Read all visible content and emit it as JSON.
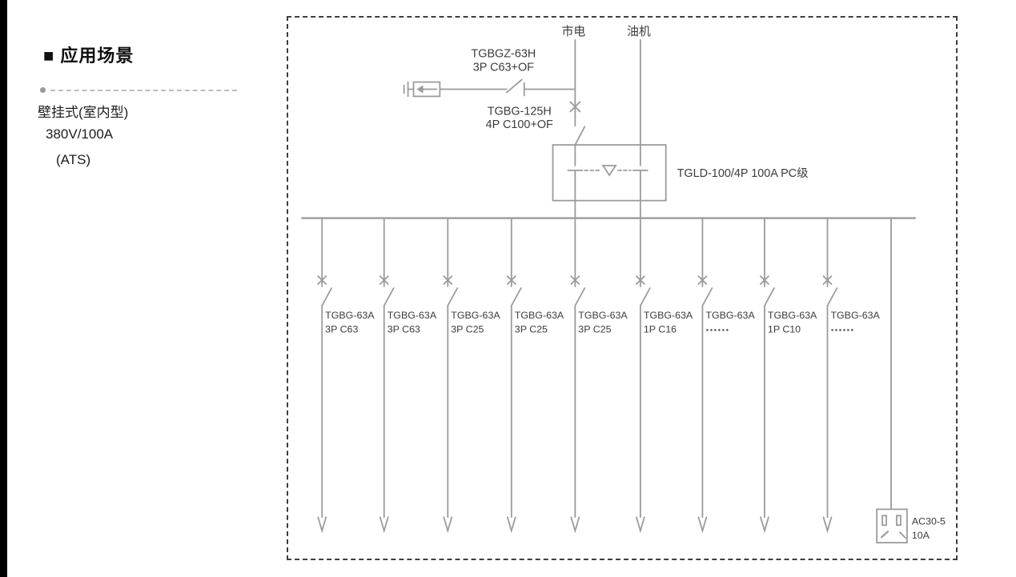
{
  "sidebar": {
    "heading": "■ 应用场景",
    "line1": "壁挂式(室内型)",
    "line2": "380V/100A",
    "line3": "(ATS)"
  },
  "diagram": {
    "source_mains": "市电",
    "source_generator": "油机",
    "spd_branch_breaker": {
      "model": "TGBGZ-63H",
      "spec": "3P C63+OF"
    },
    "incoming_breaker": {
      "model": "TGBG-125H",
      "spec": "4P C100+OF"
    },
    "ats_label": "TGLD-100/4P 100A PC级",
    "feeders": [
      {
        "model": "TGBG-63A",
        "spec": "3P C63"
      },
      {
        "model": "TGBG-63A",
        "spec": "3P C63"
      },
      {
        "model": "TGBG-63A",
        "spec": "3P C25"
      },
      {
        "model": "TGBG-63A",
        "spec": "3P C25"
      },
      {
        "model": "TGBG-63A",
        "spec": "3P C25"
      },
      {
        "model": "TGBG-63A",
        "spec": "1P C16"
      },
      {
        "model": "TGBG-63A",
        "spec": "······"
      },
      {
        "model": "TGBG-63A",
        "spec": "1P C10"
      },
      {
        "model": "TGBG-63A",
        "spec": "······"
      }
    ],
    "socket": {
      "model": "AC30-5",
      "rating": "10A"
    },
    "colors": {
      "line": "#9b9b9b",
      "text": "#3c3c3c"
    }
  }
}
